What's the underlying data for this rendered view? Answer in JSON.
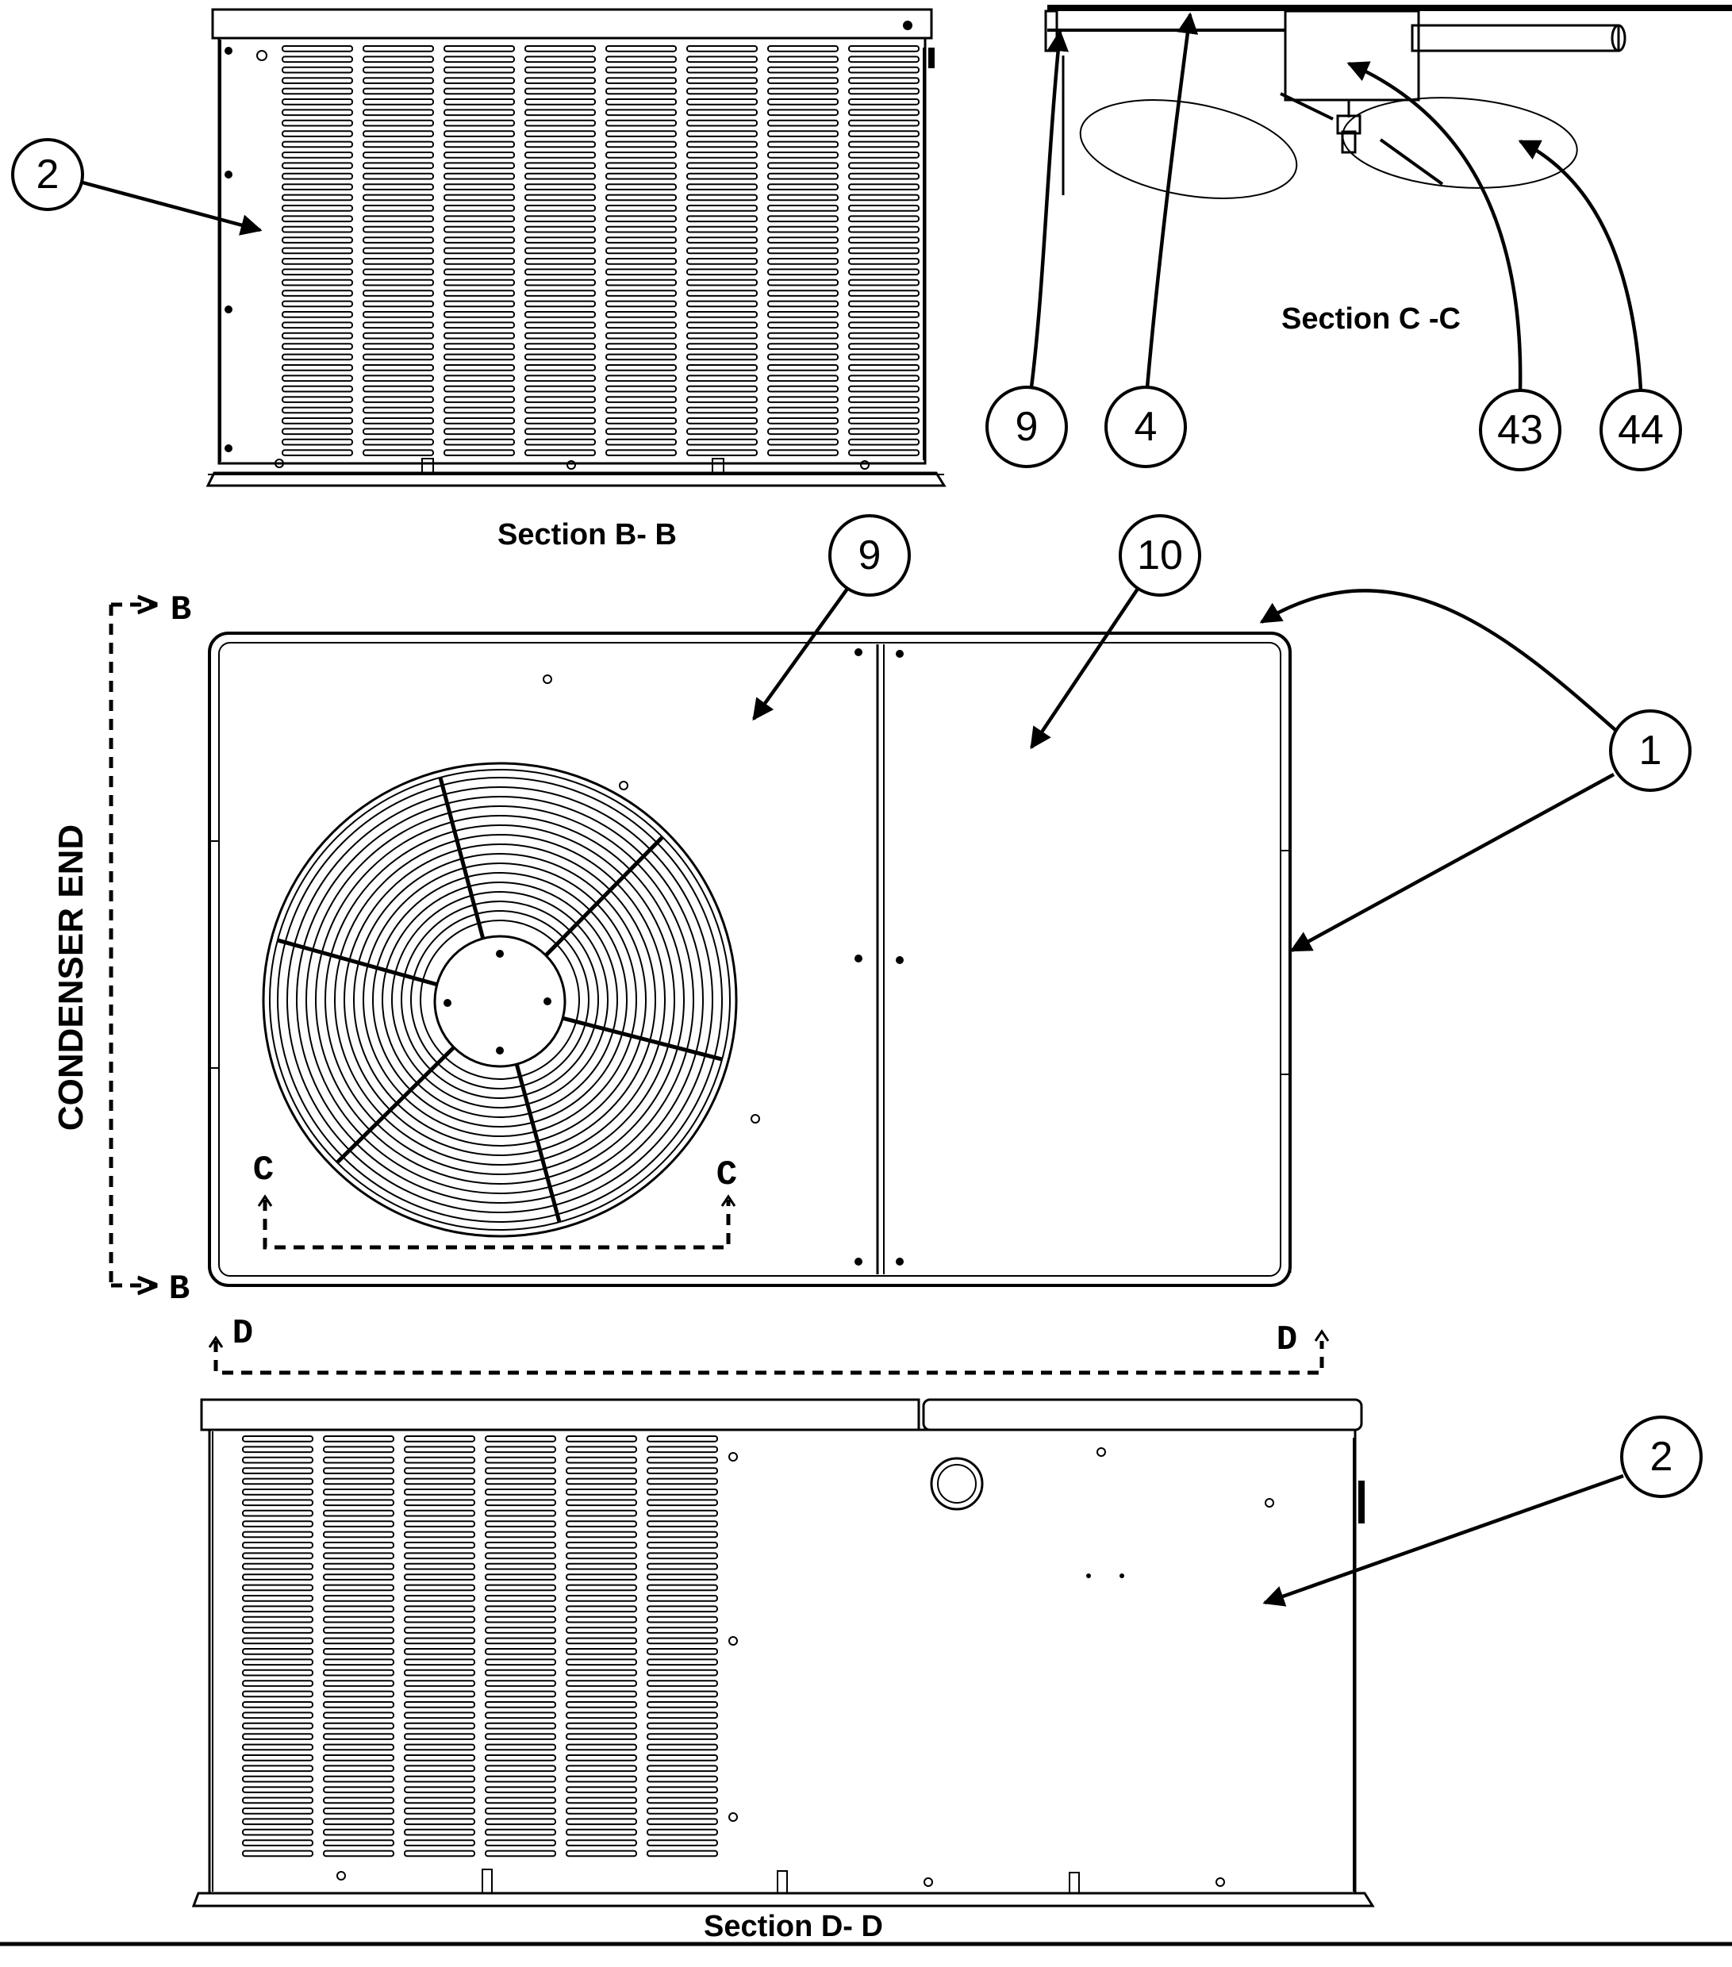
{
  "sections": {
    "b_b": "Section B- B",
    "c_c": "Section C -C",
    "d_d": "Section D- D"
  },
  "side_label": "CONDENSER END",
  "cut_marks": {
    "b_top": "B",
    "b_bottom": "B",
    "c_left": "C",
    "c_right": "C",
    "d_left": "D",
    "d_right": "D"
  },
  "callouts": {
    "b_section": "2",
    "c_left": "9",
    "c_4": "4",
    "c_43": "43",
    "c_44": "44",
    "top_9": "9",
    "top_10": "10",
    "top_1": "1",
    "d_section": "2"
  },
  "colors": {
    "ink": "#000000",
    "paper": "#ffffff"
  }
}
